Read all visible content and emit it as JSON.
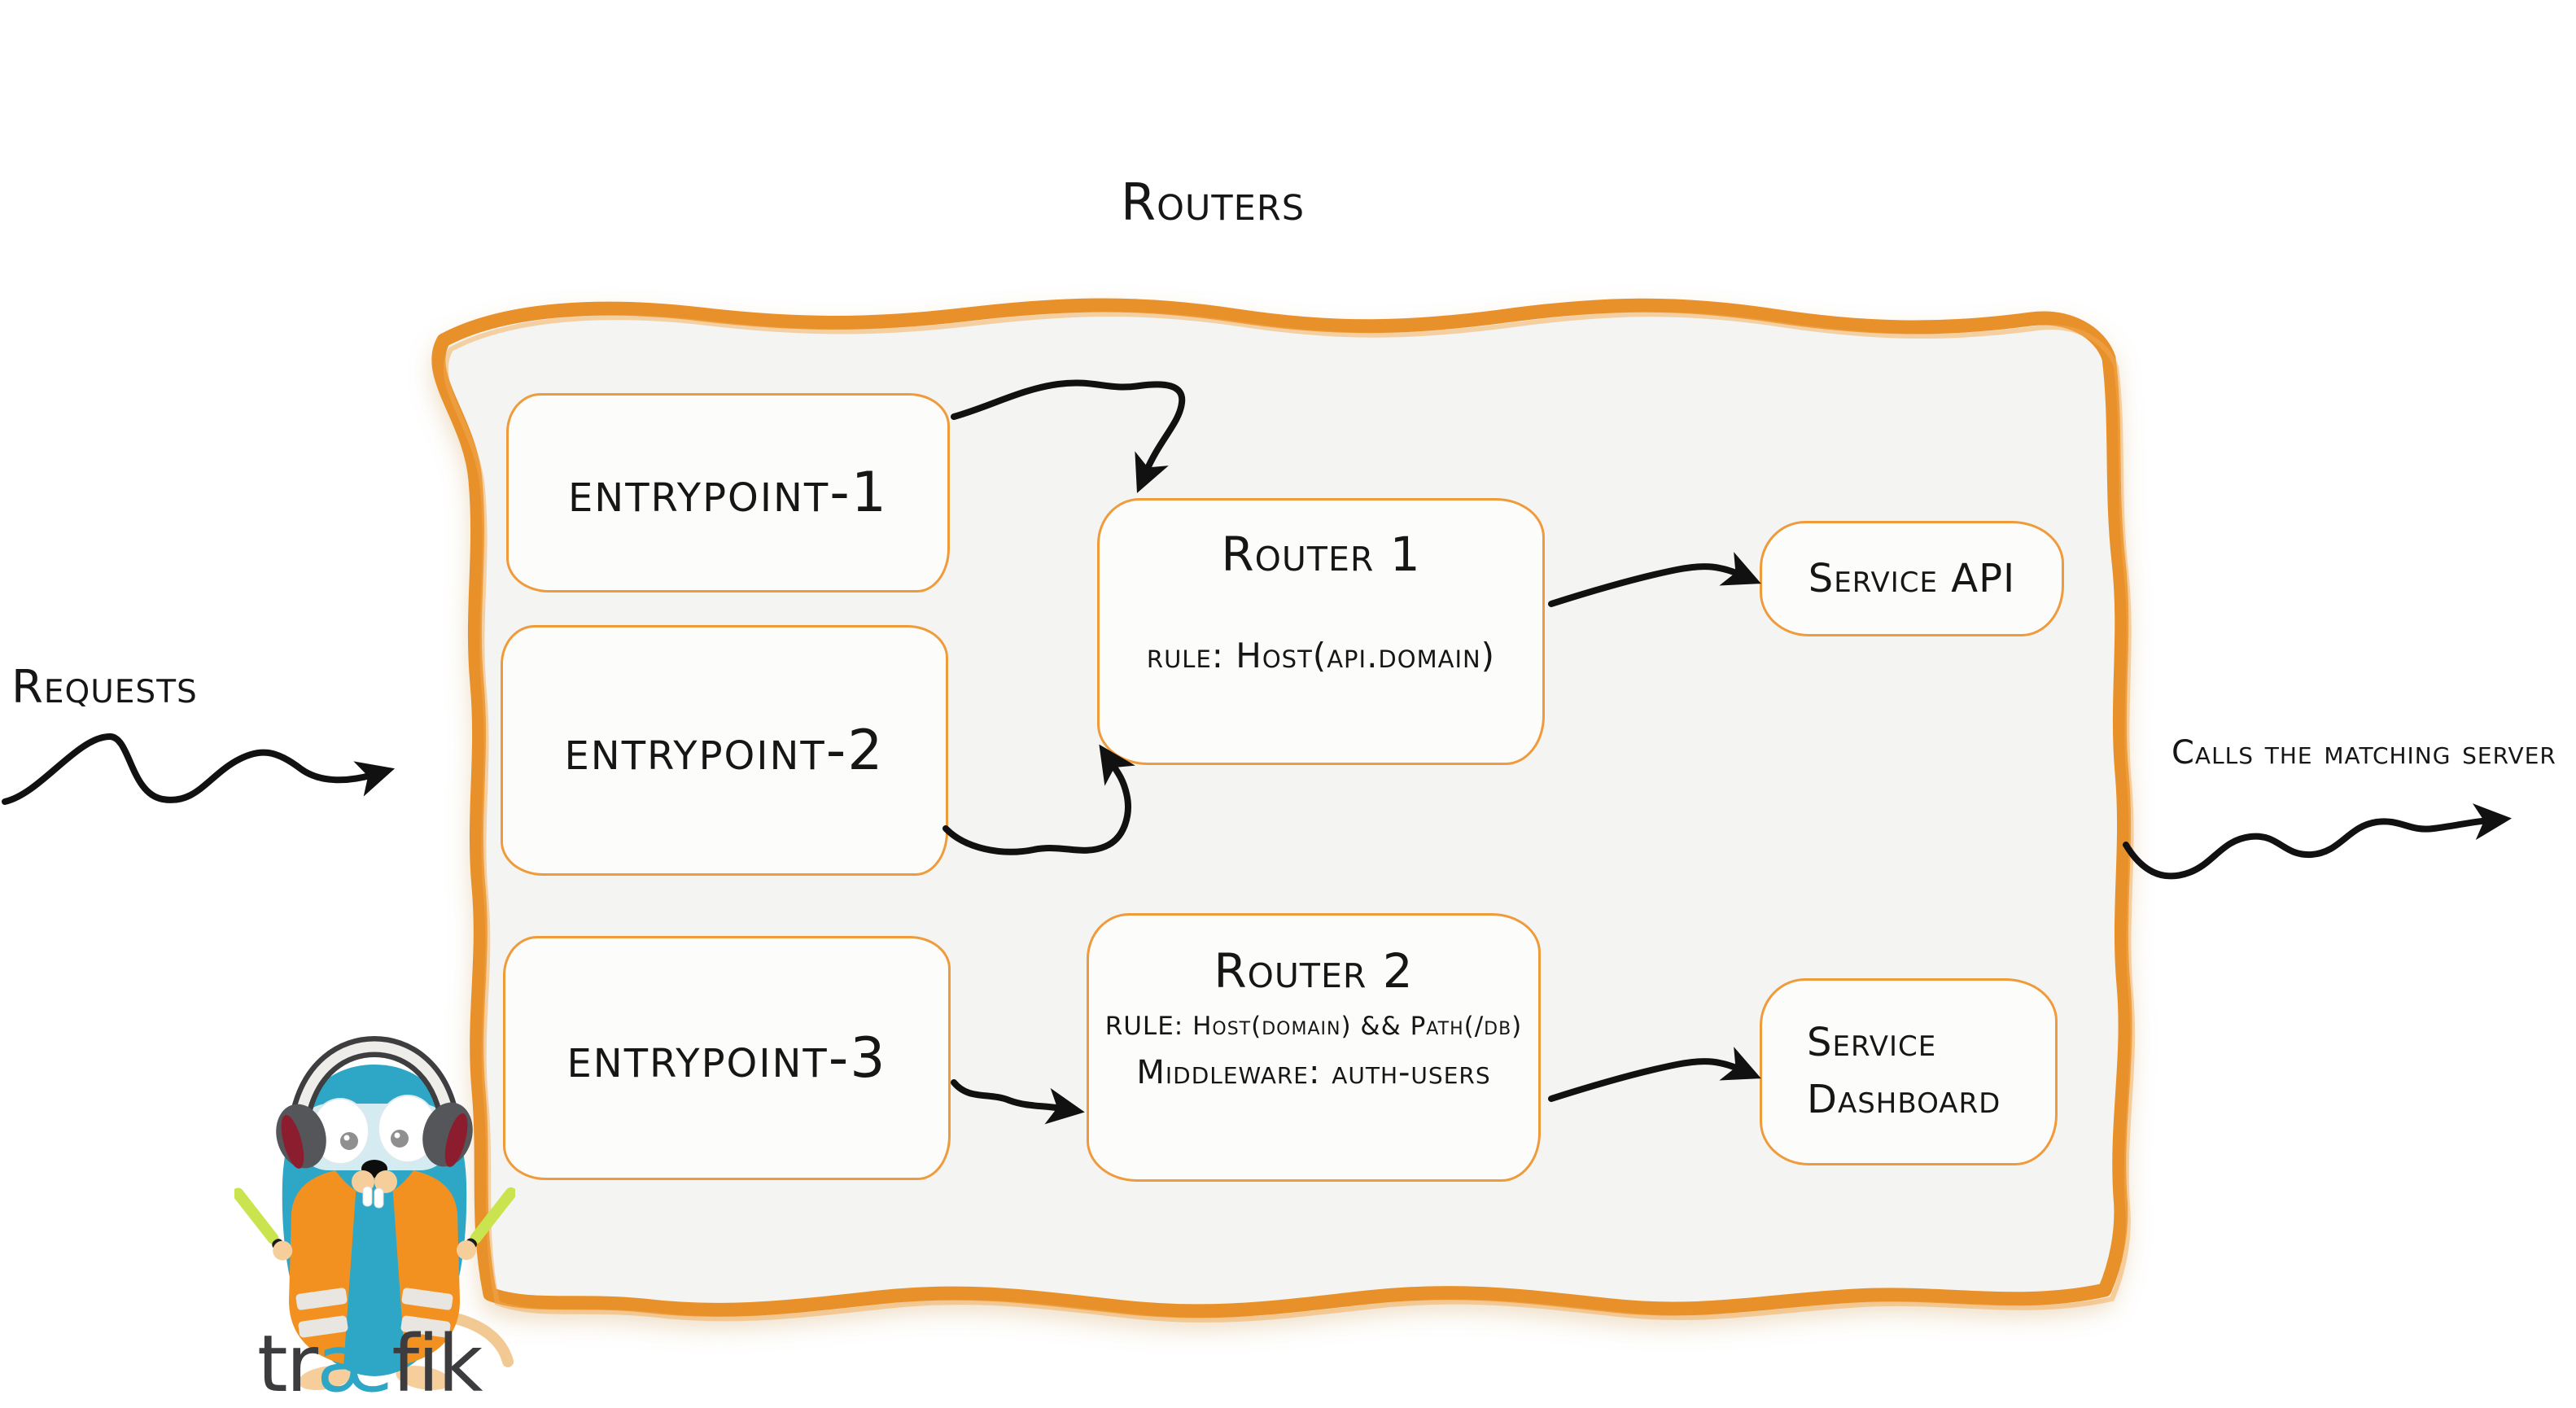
{
  "diagram": {
    "title": "Routers",
    "left_label": "Requests",
    "right_label": "Calls the matching server",
    "entrypoints": [
      {
        "label": "entrypoint-1"
      },
      {
        "label": "entrypoint-2"
      },
      {
        "label": "entrypoint-3"
      }
    ],
    "routers": [
      {
        "name": "Router 1",
        "rule": "rule: Host(api.domain)"
      },
      {
        "name": "Router 2",
        "rule": "RULE: Host(domain) && Path(/db)",
        "middleware": "Middleware: auth-users"
      }
    ],
    "services": [
      {
        "label": "Service API"
      },
      {
        "label": "Service Dashboard"
      }
    ],
    "connections": [
      {
        "from": "Requests",
        "to": "routers-panel"
      },
      {
        "from": "entrypoint-1",
        "to": "Router 1"
      },
      {
        "from": "entrypoint-2",
        "to": "Router 1"
      },
      {
        "from": "entrypoint-3",
        "to": "Router 2"
      },
      {
        "from": "Router 1",
        "to": "Service API"
      },
      {
        "from": "Router 2",
        "to": "Service Dashboard"
      },
      {
        "from": "routers-panel",
        "to": "Calls the matching server"
      }
    ],
    "logo": {
      "icon": "traefik-gopher-mascot",
      "pre": "tr",
      "mid": "æ",
      "post": "fik"
    },
    "colors": {
      "panel_border_orange": "#E8912C",
      "box_border_orange": "#EF9B3B",
      "panel_fill": "#F4F4F2",
      "ink_black": "#161616",
      "logo_blue": "#2EA7C6",
      "logo_gray": "#3C3C3E",
      "vest_orange": "#F29120"
    }
  }
}
